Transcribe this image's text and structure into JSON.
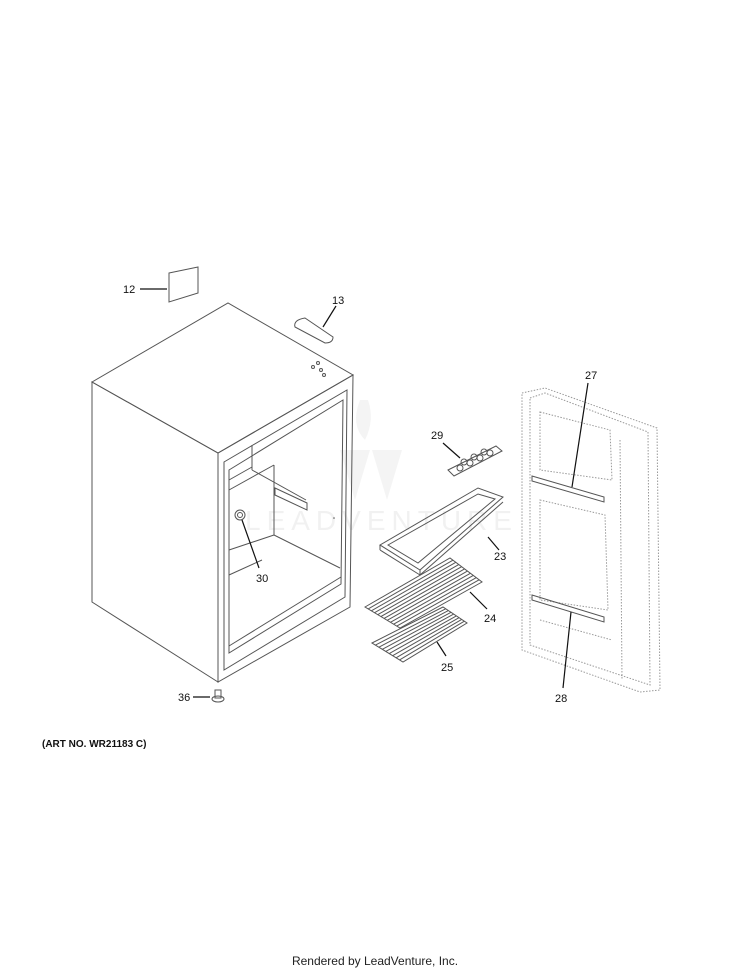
{
  "diagram": {
    "watermark": "LEADVENTURE",
    "callouts": [
      "12",
      "13",
      "23",
      "24",
      "25",
      "27",
      "28",
      "29",
      "30",
      "36"
    ],
    "art_number": "(ART NO. WR21183 C)"
  },
  "footer": "Rendered by LeadVenture, Inc."
}
